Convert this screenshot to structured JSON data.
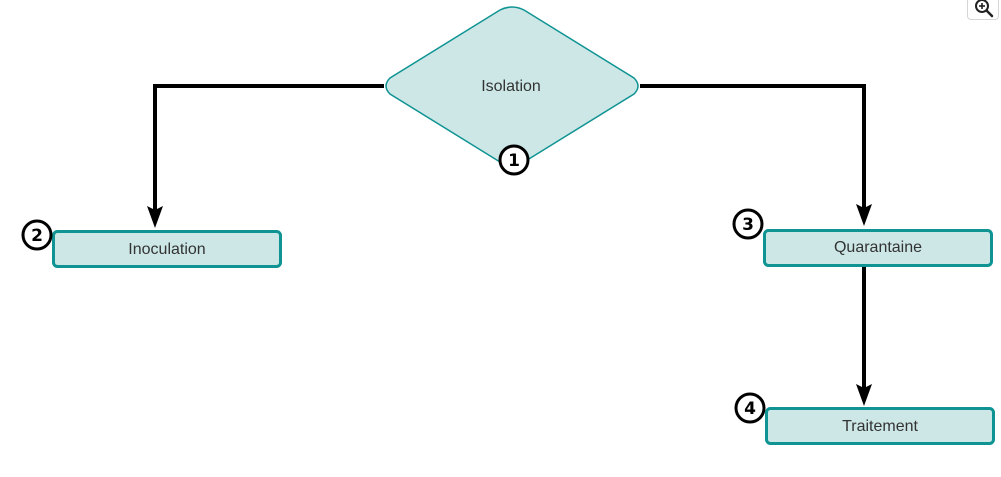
{
  "colors": {
    "node_fill": "#cde7e7",
    "node_stroke": "#0f9393",
    "connector": "#000000",
    "badge_fill": "#ffffff",
    "badge_stroke": "#000000"
  },
  "toolbar": {
    "zoom_icon": "zoom-in-icon"
  },
  "diagram": {
    "nodes": {
      "isolation": {
        "label": "Isolation",
        "badge": "1",
        "shape": "diamond"
      },
      "inoculation": {
        "label": "Inoculation",
        "badge": "2",
        "shape": "rectangle"
      },
      "quarantaine": {
        "label": "Quarantaine",
        "badge": "3",
        "shape": "rectangle"
      },
      "traitement": {
        "label": "Traitement",
        "badge": "4",
        "shape": "rectangle"
      }
    },
    "edges": [
      {
        "from": "isolation",
        "to": "inoculation"
      },
      {
        "from": "isolation",
        "to": "quarantaine"
      },
      {
        "from": "quarantaine",
        "to": "traitement"
      }
    ]
  }
}
